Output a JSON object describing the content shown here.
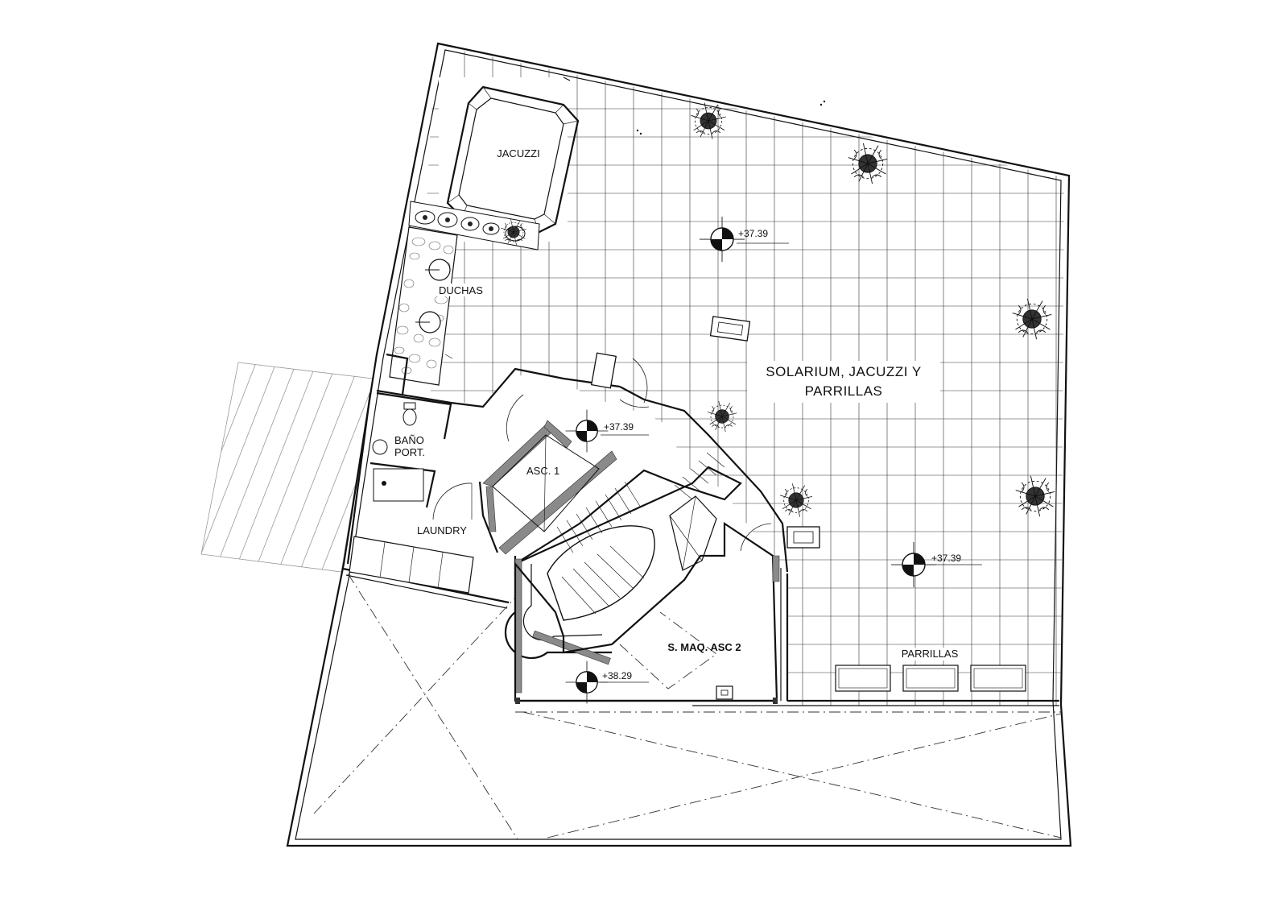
{
  "rooms": {
    "jacuzzi": "JACUZZI",
    "duchas": "DUCHAS",
    "solarium_line1": "SOLARIUM, JACUZZI Y",
    "solarium_line2": "PARRILLAS",
    "bano_line1": "BAÑO",
    "bano_line2": "PORT.",
    "asc1": "ASC. 1",
    "laundry": "LAUNDRY",
    "smaq": "S. MAQ. ASC 2",
    "parrillas": "PARRILLAS"
  },
  "levels": {
    "solarium_top": "+37.39",
    "hall": "+37.39",
    "solarium_right": "+37.39",
    "machine_room": "+38.29"
  },
  "icons": [
    "level-marker-icon",
    "plant-icon",
    "toilet-icon",
    "shower-icon",
    "sink-icon"
  ]
}
